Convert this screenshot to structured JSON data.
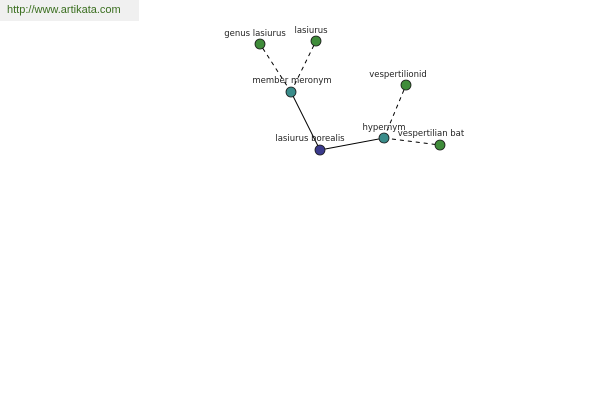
{
  "banner": {
    "url": "http://www.artikata.com"
  },
  "colors": {
    "root": "#3a3a8c",
    "relation": "#3a8c8a",
    "leaf": "#3f8c3a",
    "edge": "#000000",
    "banner_text": "#3a6e1f"
  },
  "graph": {
    "root": "lasiurus borealis",
    "nodes": [
      {
        "id": "root",
        "label": "lasiurus borealis",
        "kind": "root"
      },
      {
        "id": "meronym",
        "label": "member meronym",
        "kind": "relation"
      },
      {
        "id": "hypernym",
        "label": "hypernym",
        "kind": "relation"
      },
      {
        "id": "genus",
        "label": "genus lasiurus",
        "kind": "leaf"
      },
      {
        "id": "lasiurus",
        "label": "lasiurus",
        "kind": "leaf"
      },
      {
        "id": "vespertilionid",
        "label": "vespertilionid",
        "kind": "leaf"
      },
      {
        "id": "vbat",
        "label": "vespertilian bat",
        "kind": "leaf"
      }
    ],
    "edges": [
      {
        "from": "root",
        "to": "meronym",
        "style": "solid"
      },
      {
        "from": "root",
        "to": "hypernym",
        "style": "solid"
      },
      {
        "from": "meronym",
        "to": "genus",
        "style": "dashed"
      },
      {
        "from": "meronym",
        "to": "lasiurus",
        "style": "dashed"
      },
      {
        "from": "hypernym",
        "to": "vespertilionid",
        "style": "dashed"
      },
      {
        "from": "hypernym",
        "to": "vbat",
        "style": "dashed"
      }
    ]
  }
}
